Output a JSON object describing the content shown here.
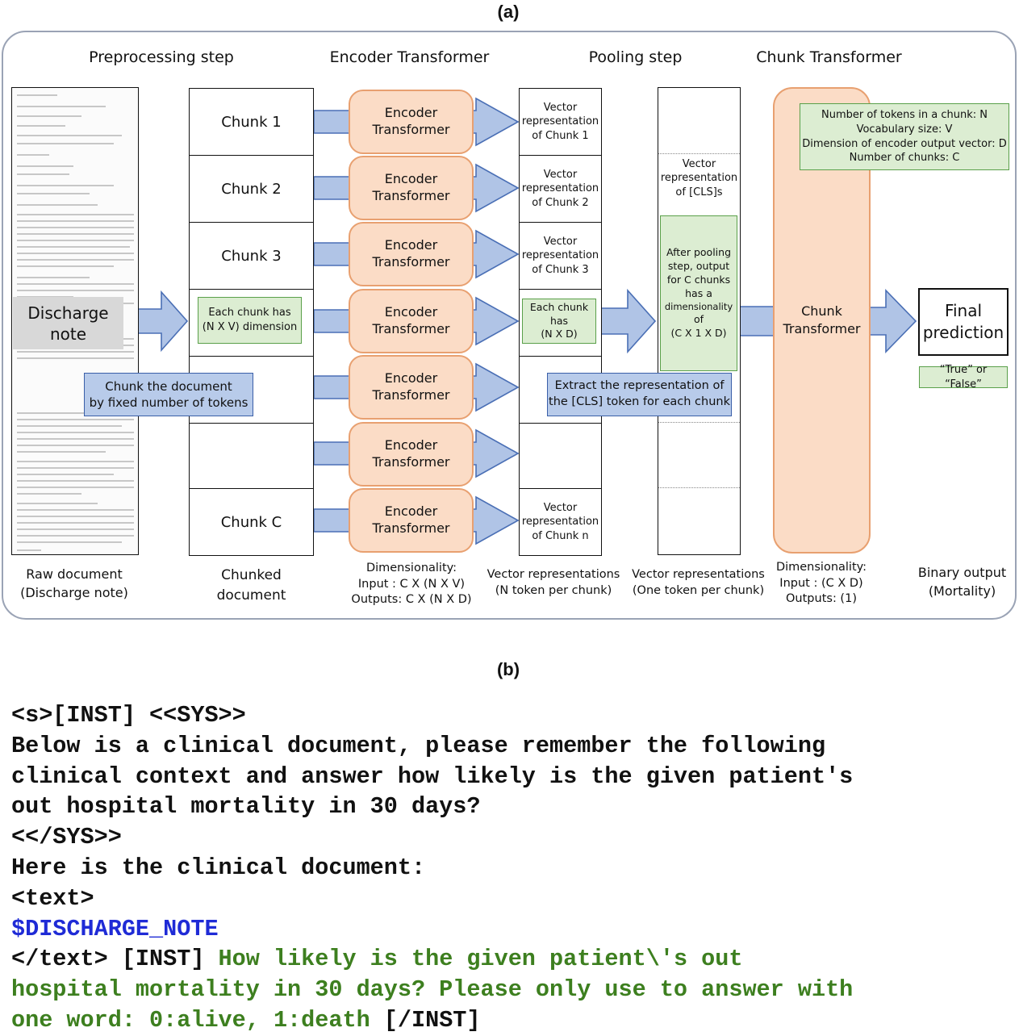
{
  "panel_a_label": "(a)",
  "panel_b_label": "(b)",
  "headers": {
    "preprocessing": "Preprocessing step",
    "encoder": "Encoder Transformer",
    "pooling": "Pooling step",
    "chunk_transformer": "Chunk Transformer"
  },
  "discharge_note": [
    "Discharge",
    "note"
  ],
  "chunks": [
    "Chunk 1",
    "Chunk 2",
    "Chunk 3",
    "",
    "",
    "",
    "Chunk C"
  ],
  "chunk_dim_note": [
    "Each chunk has",
    "(N X V) dimension"
  ],
  "chunk_doc_note": [
    "Chunk the document",
    "by fixed number of tokens"
  ],
  "encoder_label": [
    "Encoder",
    "Transformer"
  ],
  "vectors": [
    [
      "Vector",
      "representation",
      "of Chunk 1"
    ],
    [
      "Vector",
      "representation",
      "of Chunk 2"
    ],
    [
      "Vector",
      "representation",
      "of Chunk 3"
    ],
    [
      "Vector",
      "representation",
      "of Chunk n"
    ]
  ],
  "vector_dim_note": [
    "Each chunk has",
    "(N X D)"
  ],
  "cls_label": [
    "Vector",
    "representation",
    "of [CLS]s"
  ],
  "pooling_note": [
    "After pooling",
    "step, output",
    "for C chunks",
    "has a",
    "dimensionality",
    "of",
    "(C X 1 X D)"
  ],
  "extract_note": [
    "Extract the representation of",
    "the [CLS] token for each chunk"
  ],
  "chunk_transformer_label": [
    "Chunk",
    "Transformer"
  ],
  "legend_note": [
    "Number of tokens in a chunk: N",
    "Vocabulary size: V",
    "Dimension of encoder output vector: D",
    "Number of chunks: C"
  ],
  "final_prediction": [
    "Final",
    "prediction"
  ],
  "true_false": "“True” or “False”",
  "bottom_captions": {
    "raw": [
      "Raw document",
      "(Discharge note)"
    ],
    "chunked": [
      "Chunked",
      "document"
    ],
    "encoder_dim": [
      "Dimensionality:",
      "Input : C X (N X V)",
      "Outputs: C X (N X D)"
    ],
    "vec_reps": [
      "Vector representations",
      "(N token per chunk)"
    ],
    "vec_reps_one": [
      "Vector representations",
      "(One token per chunk)"
    ],
    "chunk_dim": [
      "Dimensionality:",
      "Input : (C X D)",
      "Outputs: (1)"
    ],
    "binary": [
      "Binary output",
      "(Mortality)"
    ]
  },
  "prompt": {
    "l1": "<s>[INST] <<SYS>>",
    "l2": "Below is a clinical document, please remember the following",
    "l3": "clinical context and answer how likely is the given patient's",
    "l4": "out hospital mortality in 30 days?",
    "l5": "<</SYS>>",
    "l6": "Here is the clinical document:",
    "l7": "<text>",
    "l8": "$DISCHARGE_NOTE",
    "l9a": "</text> [INST] ",
    "l9b": "How likely is the given patient\\'s out",
    "l10": "hospital mortality in 30 days? Please only use to answer with",
    "l11a": "one word: 0:alive, 1:death",
    "l11b": " [/INST]"
  },
  "colors": {
    "encoder_fill": "#fbdcc6",
    "encoder_border": "#e8a070",
    "arrow_fill": "#b0c4e6",
    "arrow_stroke": "#4a6fb5",
    "note_green": "#dcedd2",
    "note_blue": "#b8cbea",
    "var_blue": "#1f2bd6",
    "question_green": "#3d7f1f"
  }
}
